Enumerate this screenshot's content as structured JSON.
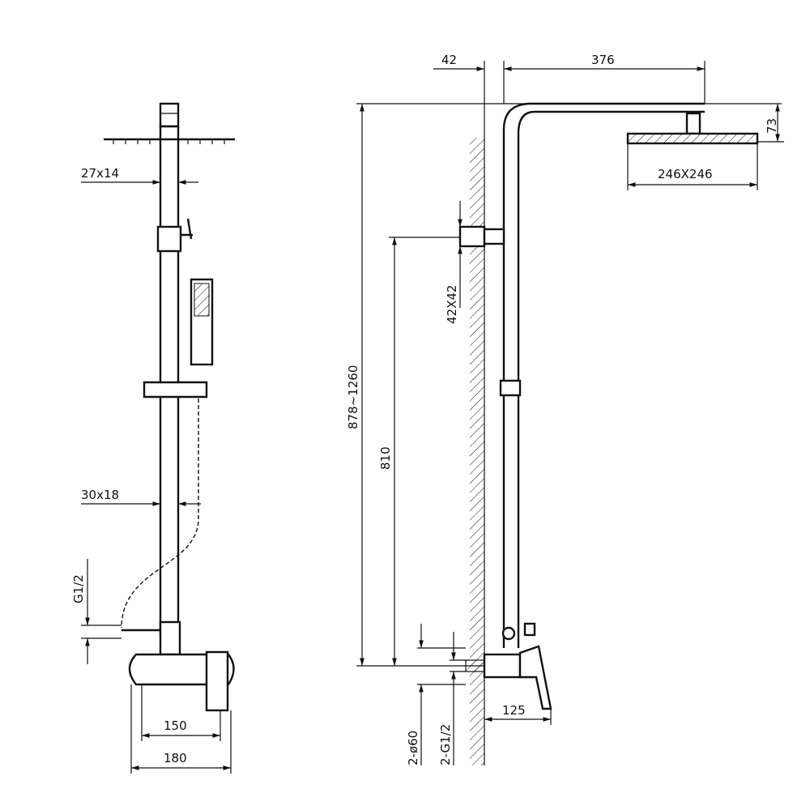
{
  "left_view": {
    "dim_top_pipe": "27x14",
    "dim_lower_pipe": "30x18",
    "dim_inlet": "G1/2",
    "dim_inner_width": "150",
    "dim_outer_width": "180"
  },
  "right_view": {
    "dim_wall_offset": "42",
    "dim_arm_length": "376",
    "dim_head_height": "73",
    "dim_head_size": "246X246",
    "dim_bracket": "42X42",
    "dim_total_height": "878~1260",
    "dim_bracket_height": "810",
    "dim_escutcheon": "2-ø60",
    "dim_inlets": "2-G1/2",
    "dim_mixer_depth": "125"
  }
}
